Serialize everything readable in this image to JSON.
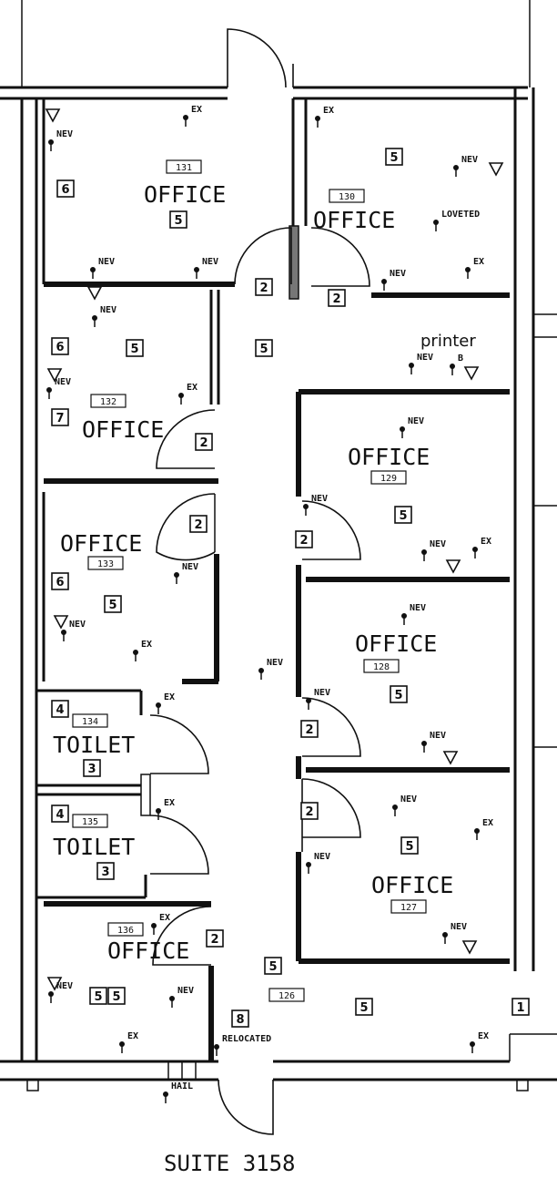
{
  "plan": {
    "suite_label": "SUITE 3158",
    "printer_label": "printer",
    "offices": [
      {
        "name": "OFFICE",
        "number": "131"
      },
      {
        "name": "OFFICE",
        "number": "130"
      },
      {
        "name": "OFFICE",
        "number": "132"
      },
      {
        "name": "OFFICE",
        "number": "133"
      },
      {
        "name": "OFFICE",
        "number": "129"
      },
      {
        "name": "OFFICE",
        "number": "128"
      },
      {
        "name": "OFFICE",
        "number": "127"
      },
      {
        "name": "OFFICE",
        "number": "136"
      }
    ],
    "toilets": [
      {
        "name": "TOILET",
        "number": "134"
      },
      {
        "name": "TOILET",
        "number": "135"
      }
    ],
    "corridor_number": "126",
    "device_labels": {
      "nev": "NEV",
      "ex": "EX",
      "loveted": "LOVETED",
      "relocated": "RELOCATED",
      "hail": "HAIL",
      "b": "B"
    },
    "keynotes": [
      "5",
      "6",
      "5",
      "5",
      "2",
      "2",
      "5",
      "6",
      "5",
      "7",
      "2",
      "2",
      "6",
      "5",
      "5",
      "2",
      "5",
      "2",
      "4",
      "3",
      "2",
      "5",
      "4",
      "3",
      "2",
      "5",
      "5",
      "5",
      "8",
      "1"
    ]
  }
}
